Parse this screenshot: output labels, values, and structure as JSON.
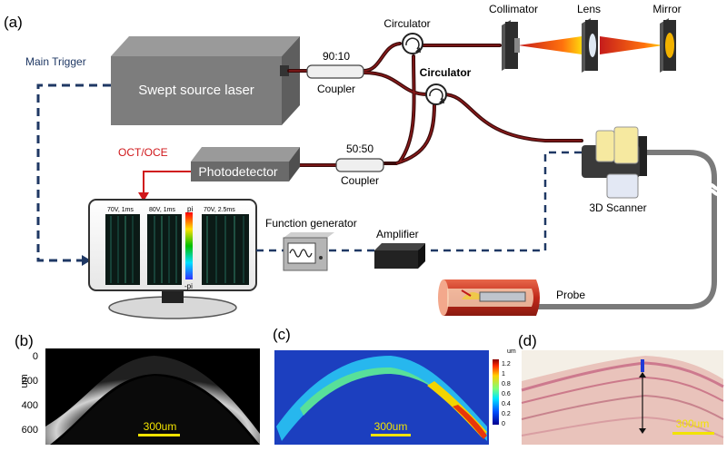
{
  "labels": {
    "panel_a": "(a)",
    "panel_b": "(b)",
    "panel_c": "(c)",
    "panel_d": "(d)",
    "main_trigger": "Main Trigger",
    "laser": "Swept source laser",
    "coupler_ratio_1": "90:10",
    "coupler_1": "Coupler",
    "circulator_1": "Circulator",
    "circulator_2": "Circulator",
    "collimator": "Collimator",
    "lens": "Lens",
    "mirror": "Mirror",
    "oct_oce": "OCT/OCE",
    "photodetector": "Photodetector",
    "coupler_ratio_2": "50:50",
    "coupler_2": "Coupler",
    "scanner": "3D Scanner",
    "function_generator": "Function generator",
    "amplifier": "Amplifier",
    "probe": "Probe"
  },
  "monitor": {
    "frame1_label": "70V, 1ms",
    "frame2_label": "80V, 1ms",
    "frame3_label": "70V, 2.5ms",
    "colorbar_top": "pi",
    "colorbar_bottom": "-pi"
  },
  "panel_b": {
    "ylabel": "um",
    "yticks": [
      "0",
      "200",
      "400",
      "600"
    ],
    "scalebar": "300um"
  },
  "panel_c": {
    "scalebar": "300um",
    "cbar_unit": "um",
    "cbar_ticks": [
      "1.2",
      "1",
      "0.8",
      "0.6",
      "0.4",
      "0.2",
      "0"
    ]
  },
  "panel_d": {
    "scalebar": "300um"
  },
  "colors": {
    "laser_box": "#7a7a7a",
    "fiber": "#5a1212",
    "trigger_line": "#1f3864",
    "oct_arrow": "#d0181b",
    "scalebar": "#f2e300"
  }
}
